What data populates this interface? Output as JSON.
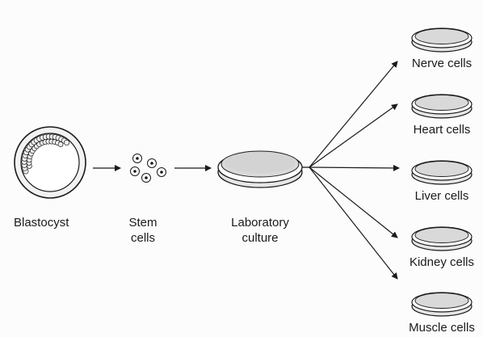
{
  "labels": {
    "blastocyst": "Blastocyst",
    "stem_line1": "Stem",
    "stem_line2": "cells",
    "lab_line1": "Laboratory",
    "lab_line2": "culture"
  },
  "outputs": [
    {
      "label": "Nerve cells"
    },
    {
      "label": "Heart cells"
    },
    {
      "label": "Liver cells"
    },
    {
      "label": "Kidney cells"
    },
    {
      "label": "Muscle cells"
    }
  ],
  "colors": {
    "ink": "#1a1a1a",
    "dish_fill": "#d9d9d9",
    "background": "#fcfcfc"
  }
}
